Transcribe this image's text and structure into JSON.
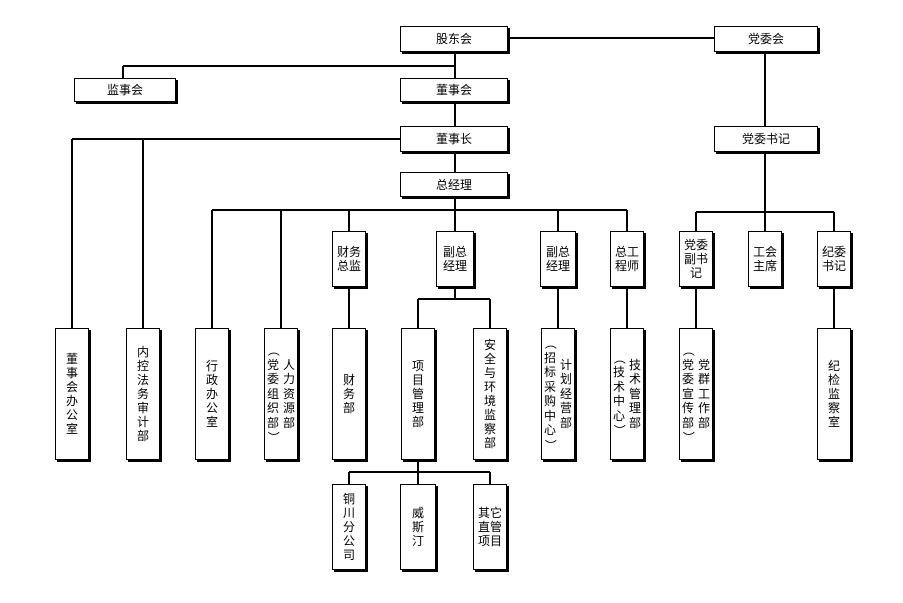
{
  "nodes": {
    "shareholders": "股东会",
    "party_committee": "党委会",
    "supervisors": "监事会",
    "board": "董事会",
    "chairman": "董事长",
    "party_secretary": "党委书记",
    "general_manager": "总经理",
    "cfo": "财务\n总监",
    "deputy_gm_1": "副总\n经理",
    "deputy_gm_2": "副总\n经理",
    "chief_engineer": "总工\n程师",
    "deputy_secretary": "党委\n副书\n记",
    "union_chair": "工会\n主席",
    "discipline_secretary": "纪委\n书记",
    "board_office": "董事会办公室",
    "internal_control": "内控法务审计部",
    "admin_office": "行政办公室",
    "hr_dept": [
      "人力资源部",
      "（党委组织部）"
    ],
    "finance_dept": "财务部",
    "project_dept": "项目管理部",
    "safety_dept": "安全与环境监察部",
    "planning_dept": [
      "计划经营部",
      "（招标采购中心）"
    ],
    "tech_dept": [
      "技术管理部",
      "（技术中心）"
    ],
    "party_work_dept": [
      "党群工作部",
      "（党委宣传部）"
    ],
    "inspection_office": "纪检监察室",
    "tongchuan_branch": "铜川分公司",
    "weixinting": "威斯汀",
    "other_projects": "其它直管项目"
  }
}
